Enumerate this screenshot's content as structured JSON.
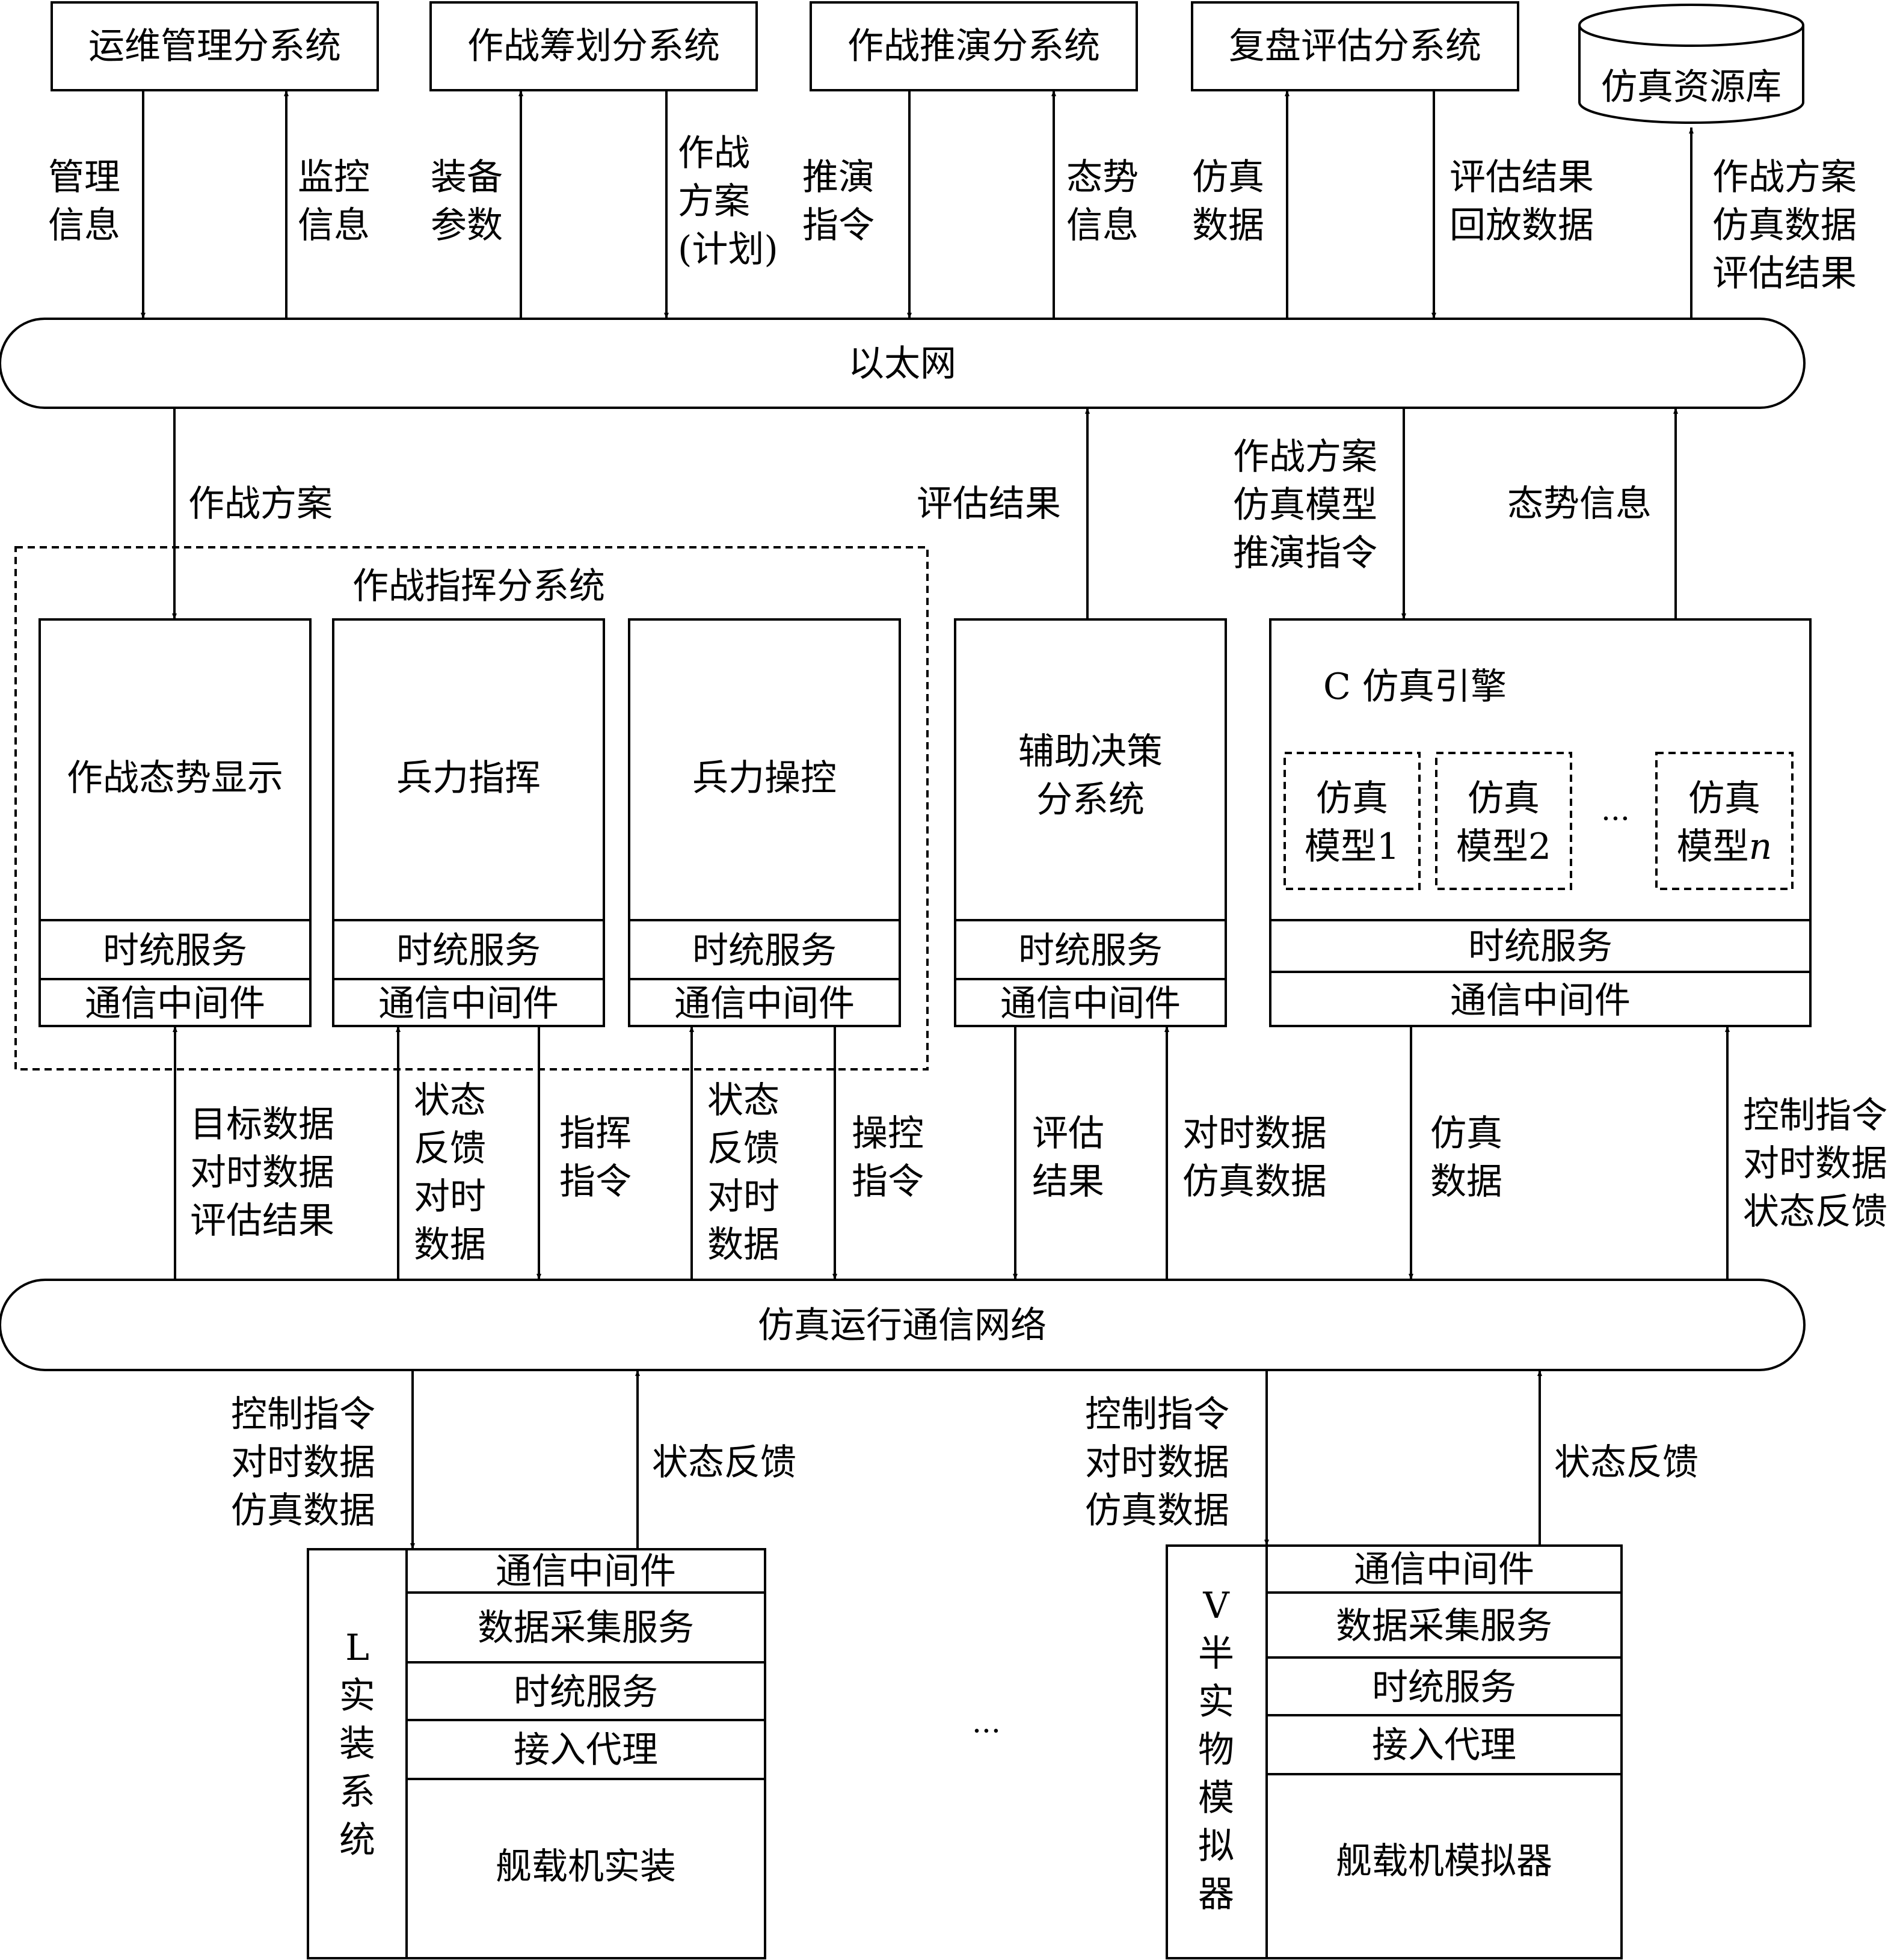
{
  "top_boxes": [
    {
      "id": "om",
      "label": "运维管理分系统"
    },
    {
      "id": "plan",
      "label": "作战筹划分系统"
    },
    {
      "id": "deduce",
      "label": "作战推演分系统"
    },
    {
      "id": "review",
      "label": "复盘评估分系统"
    }
  ],
  "resource_db": {
    "label": "仿真资源库"
  },
  "ethernet": {
    "label": "以太网"
  },
  "sim_network": {
    "label": "仿真运行通信网络"
  },
  "top_flows": [
    {
      "id": "f1",
      "lines": [
        "管理",
        "信息"
      ]
    },
    {
      "id": "f2",
      "lines": [
        "监控",
        "信息"
      ]
    },
    {
      "id": "f3",
      "lines": [
        "装备",
        "参数"
      ]
    },
    {
      "id": "f4",
      "lines": [
        "作战",
        "方案",
        "(计划)"
      ]
    },
    {
      "id": "f5",
      "lines": [
        "推演",
        "指令"
      ]
    },
    {
      "id": "f6",
      "lines": [
        "态势",
        "信息"
      ]
    },
    {
      "id": "f7",
      "lines": [
        "仿真",
        "数据"
      ]
    },
    {
      "id": "f8",
      "lines": [
        "评估结果",
        "回放数据"
      ]
    },
    {
      "id": "f9",
      "lines": [
        "作战方案",
        "仿真数据",
        "评估结果"
      ]
    }
  ],
  "mid_flows": [
    {
      "id": "m1",
      "lines": [
        "作战方案"
      ]
    },
    {
      "id": "m2",
      "lines": [
        "评估结果"
      ]
    },
    {
      "id": "m3",
      "lines": [
        "作战方案",
        "仿真模型",
        "推演指令"
      ]
    },
    {
      "id": "m4",
      "lines": [
        "态势信息"
      ]
    }
  ],
  "command_group": {
    "label": "作战指挥分系统"
  },
  "service_labels": {
    "time": "时统服务",
    "comm": "通信中间件"
  },
  "command_units": [
    {
      "id": "c1",
      "label": "作战态势显示"
    },
    {
      "id": "c2",
      "label": "兵力指挥"
    },
    {
      "id": "c3",
      "label": "兵力操控"
    }
  ],
  "decision": {
    "lines": [
      "辅助决策",
      "分系统"
    ]
  },
  "engine": {
    "title": "C 仿真引擎",
    "models": [
      {
        "lines": [
          "仿真",
          "模型1"
        ]
      },
      {
        "lines": [
          "仿真",
          "模型2"
        ]
      },
      {
        "lines": [
          "仿真",
          "模型"
        ],
        "suffix": "n"
      }
    ],
    "ellipsis": "···"
  },
  "lower_flows": [
    {
      "id": "l1",
      "lines": [
        "目标数据",
        "对时数据",
        "评估结果"
      ]
    },
    {
      "id": "l2",
      "lines": [
        "状态",
        "反馈",
        "对时",
        "数据"
      ]
    },
    {
      "id": "l3",
      "lines": [
        "指挥",
        "指令"
      ]
    },
    {
      "id": "l4",
      "lines": [
        "状态",
        "反馈",
        "对时",
        "数据"
      ]
    },
    {
      "id": "l5",
      "lines": [
        "操控",
        "指令"
      ]
    },
    {
      "id": "l6",
      "lines": [
        "评估",
        "结果"
      ]
    },
    {
      "id": "l7",
      "lines": [
        "对时数据",
        "仿真数据"
      ]
    },
    {
      "id": "l8",
      "lines": [
        "仿真",
        "数据"
      ]
    },
    {
      "id": "l9",
      "lines": [
        "控制指令",
        "对时数据",
        "状态反馈"
      ]
    }
  ],
  "bottom_flows": [
    {
      "id": "b1",
      "lines": [
        "控制指令",
        "对时数据",
        "仿真数据"
      ]
    },
    {
      "id": "b2",
      "lines": [
        "状态反馈"
      ]
    },
    {
      "id": "b3",
      "lines": [
        "控制指令",
        "对时数据",
        "仿真数据"
      ]
    },
    {
      "id": "b4",
      "lines": [
        "状态反馈"
      ]
    }
  ],
  "l_system": {
    "side_lines": [
      "L",
      "实",
      "装",
      "系",
      "统"
    ],
    "layers": [
      "通信中间件",
      "数据采集服务",
      "时统服务",
      "接入代理",
      "舰载机实装"
    ]
  },
  "v_system": {
    "side_lines": [
      "V",
      "半",
      "实",
      "物",
      "模",
      "拟",
      "器"
    ],
    "layers": [
      "通信中间件",
      "数据采集服务",
      "时统服务",
      "接入代理",
      "舰载机模拟器"
    ]
  },
  "bottom_ellipsis": "···"
}
